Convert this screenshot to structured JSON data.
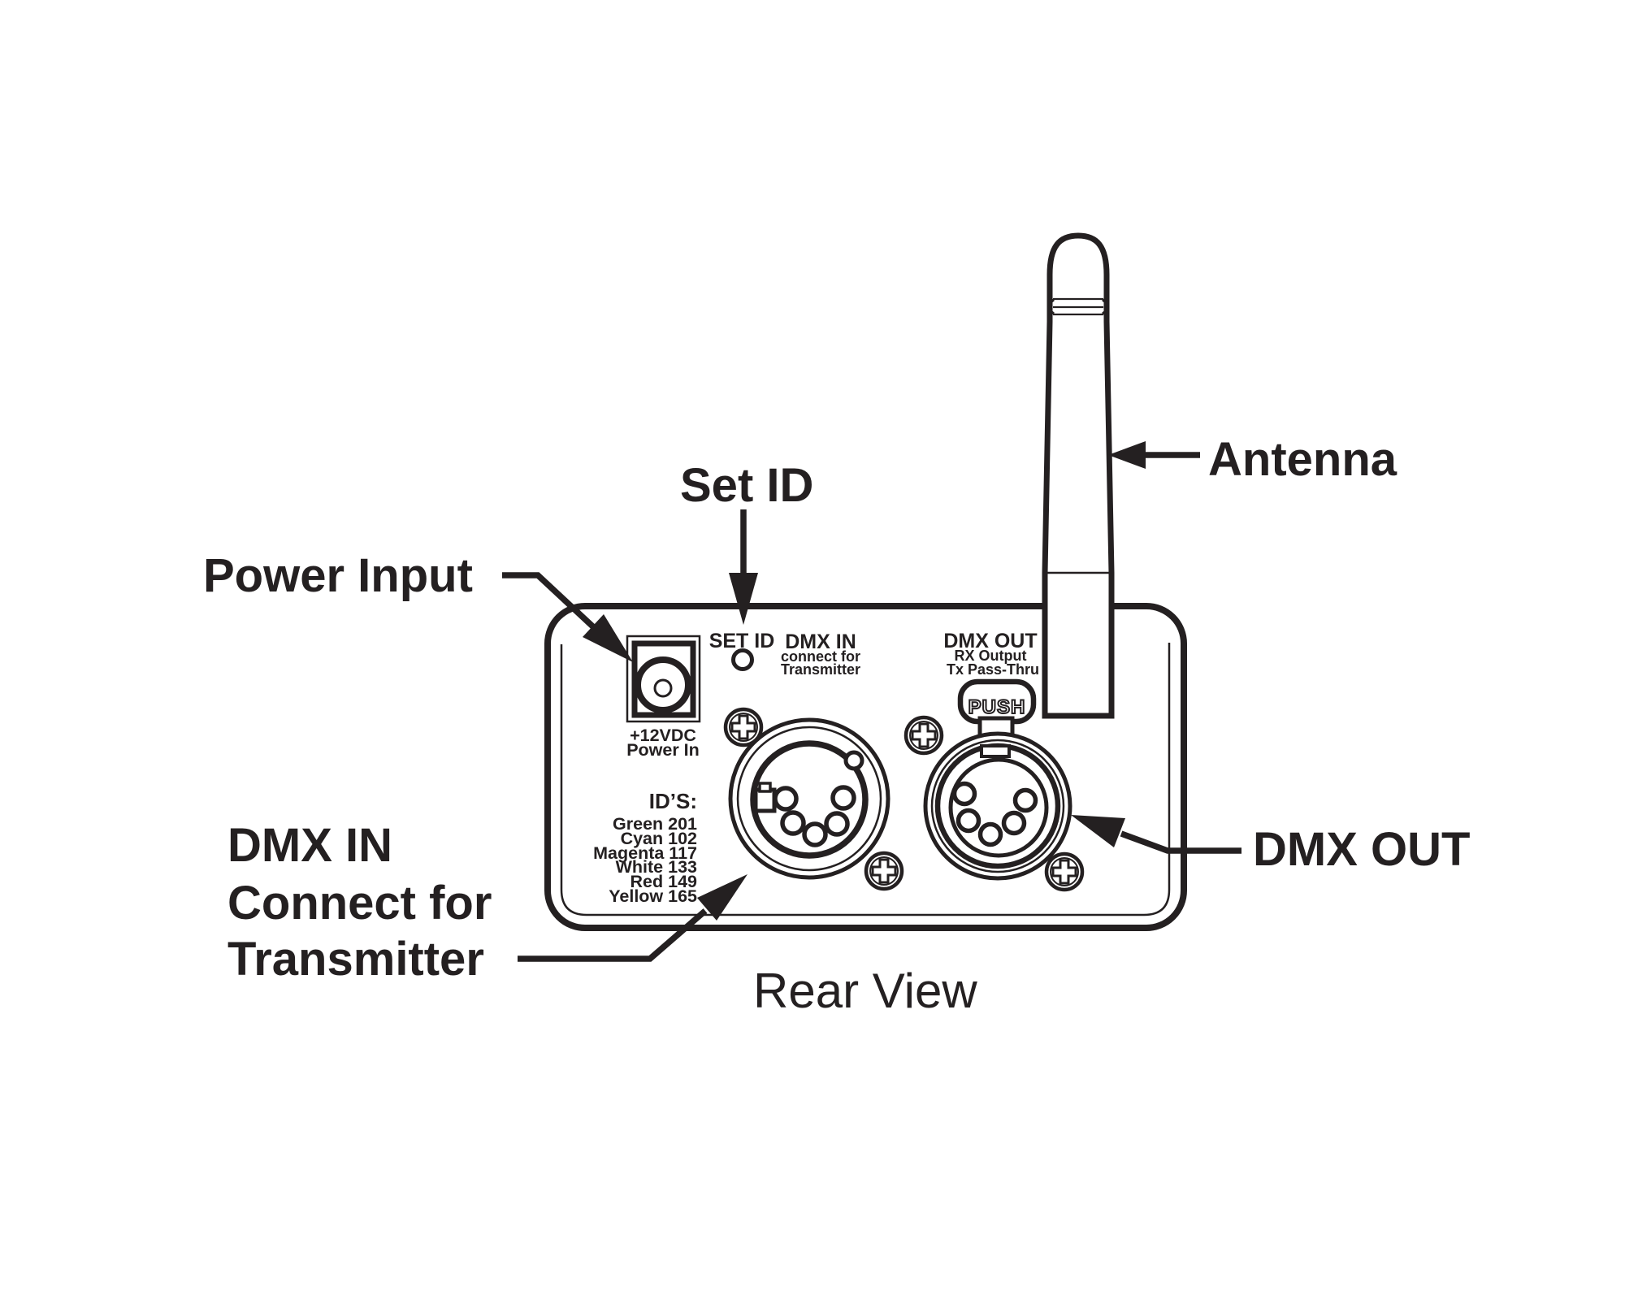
{
  "figure": {
    "caption": "Rear View",
    "ink_color": "#242021",
    "callouts": {
      "set_id": "Set ID",
      "power_input": "Power Input",
      "antenna": "Antenna",
      "dmx_out": "DMX OUT",
      "dmx_in_line1": "DMX IN",
      "dmx_in_line2": "Connect for",
      "dmx_in_line3": "Transmitter"
    },
    "panel": {
      "set_id_label": "SET ID",
      "power_jack_line1": "+12VDC",
      "power_jack_line2": "Power In",
      "dmx_in_line1": "DMX IN",
      "dmx_in_line2": "connect for",
      "dmx_in_line3": "Transmitter",
      "dmx_out_line1": "DMX OUT",
      "dmx_out_line2": "RX Output",
      "dmx_out_line3": "Tx Pass-Thru",
      "push_tab": "PUSH",
      "ids_heading": "ID’S:",
      "ids": [
        "Green 201",
        "Cyan 102",
        "Magenta 117",
        "White 133",
        "Red 149",
        "Yellow 165"
      ]
    }
  }
}
